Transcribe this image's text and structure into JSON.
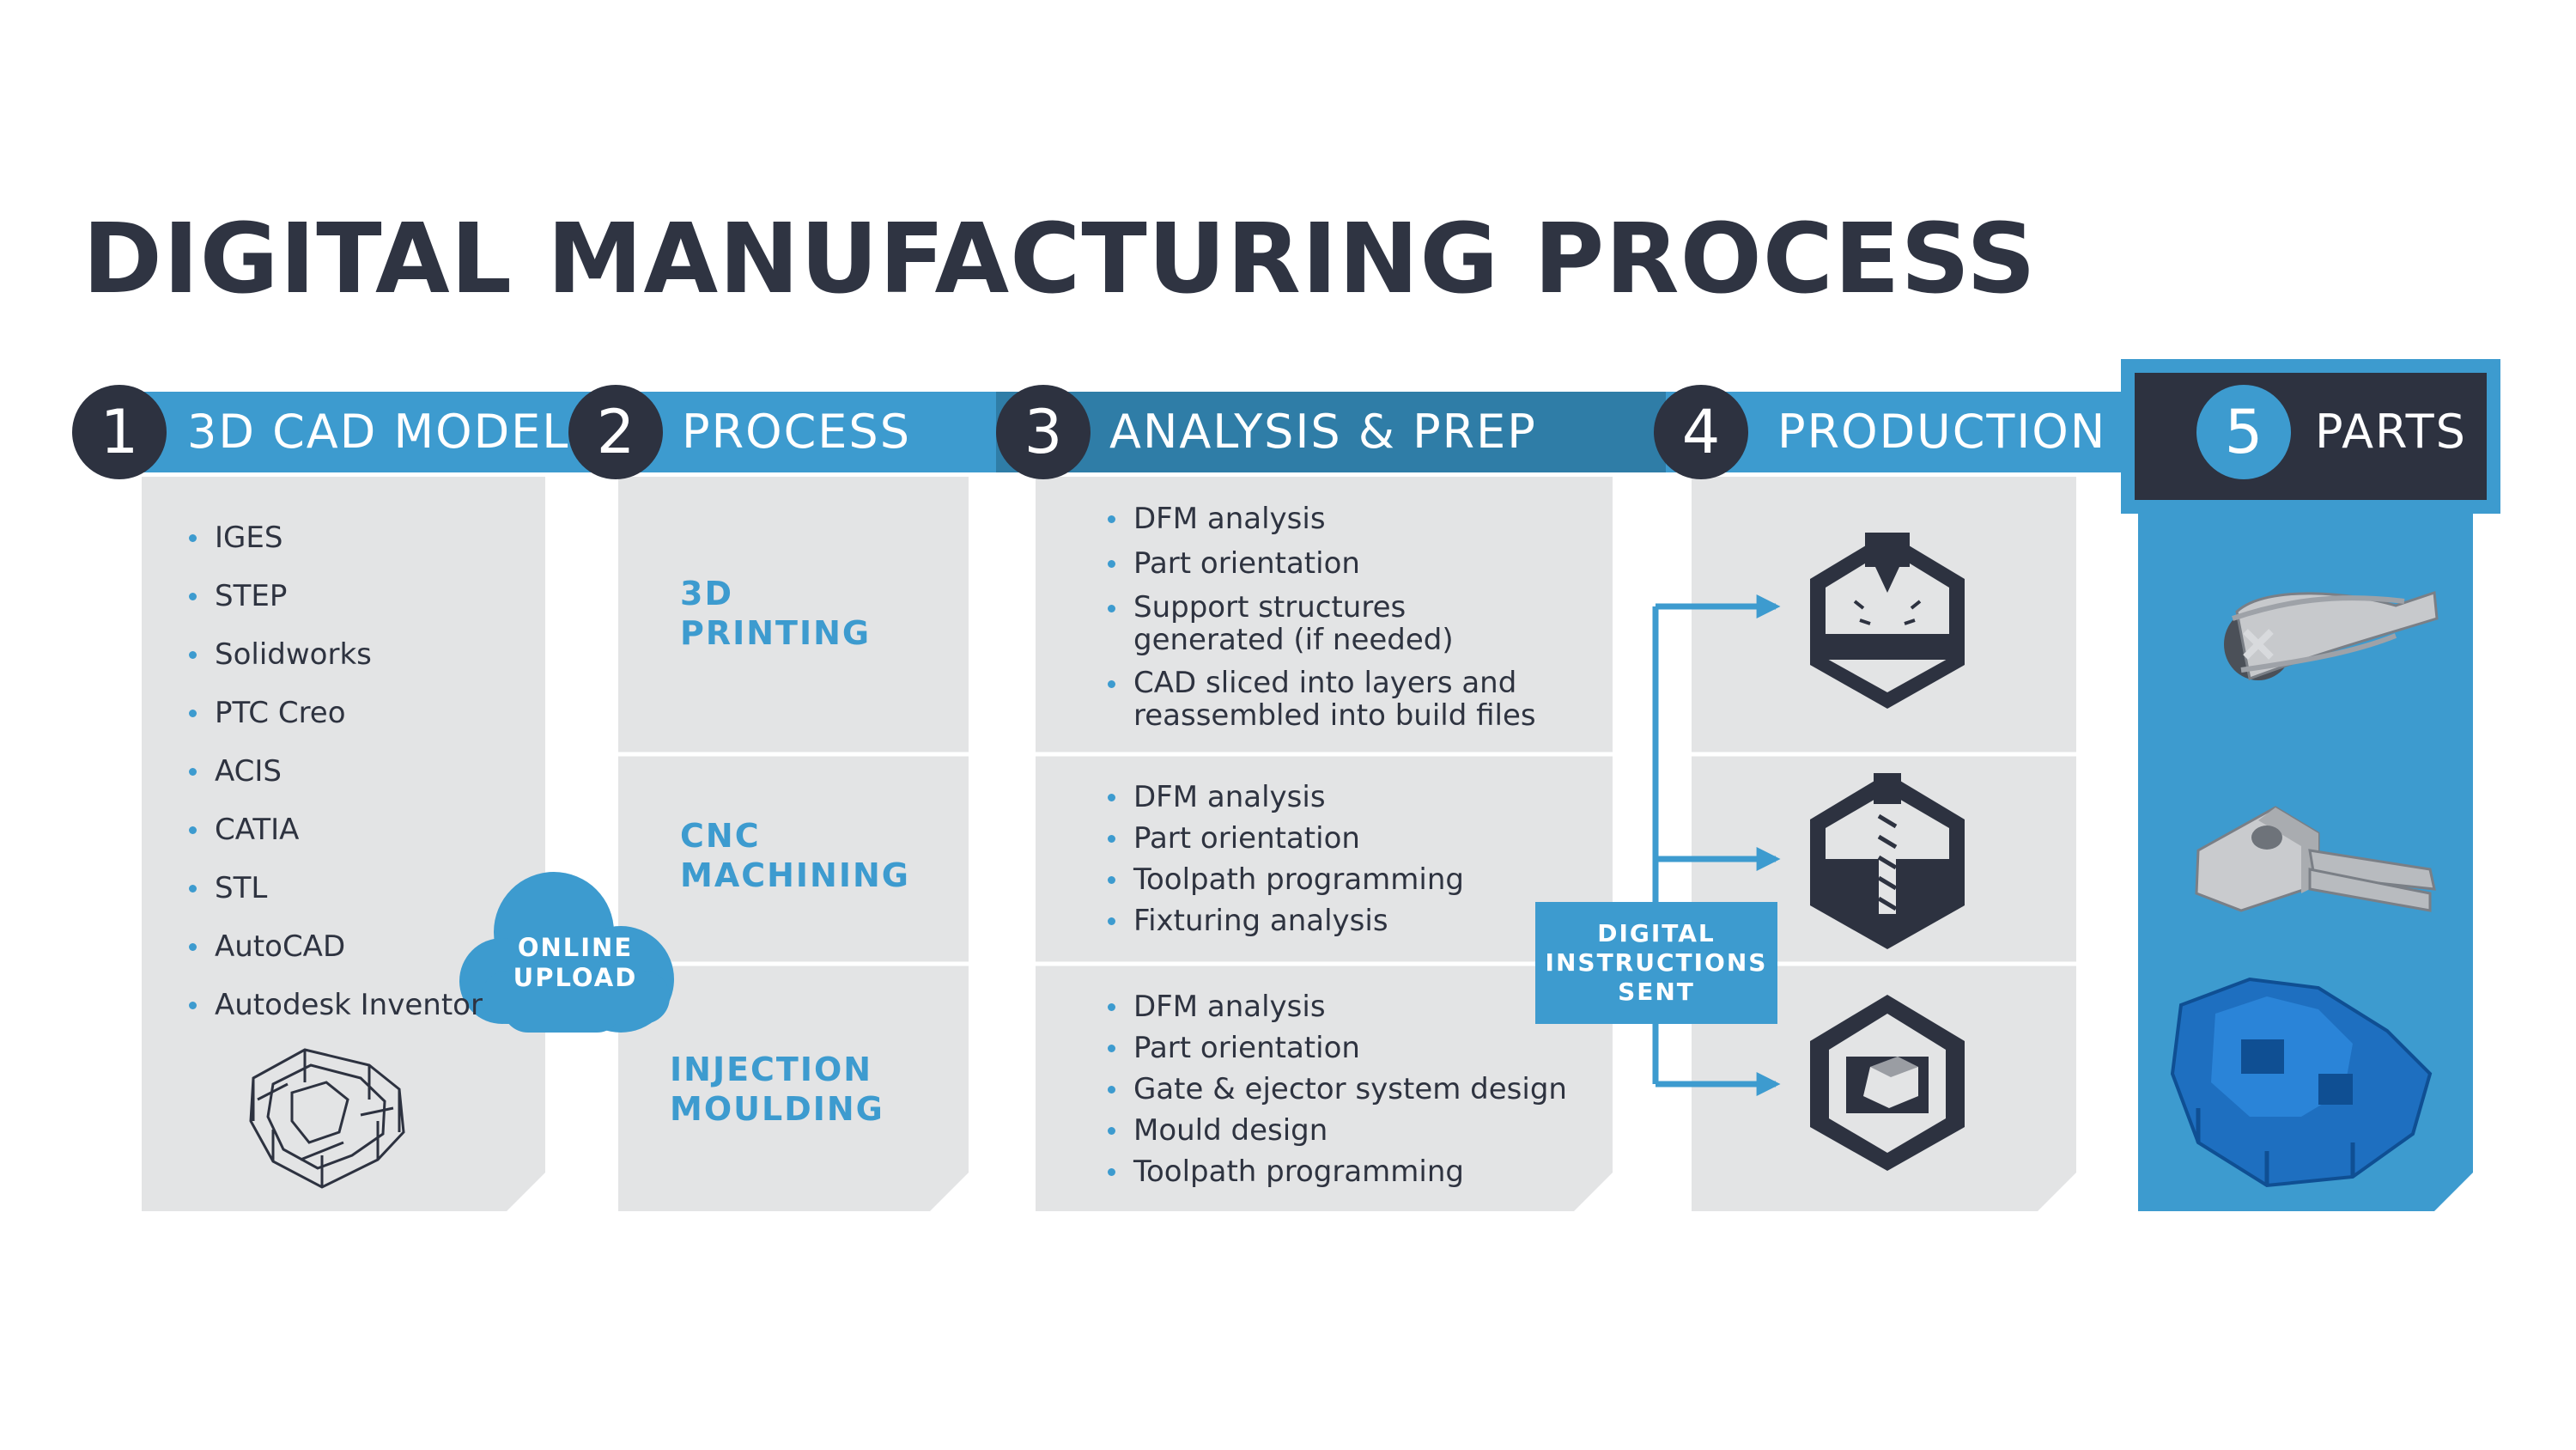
{
  "title": "DIGITAL MANUFACTURING PROCESS",
  "colors": {
    "dark": "#2d3240",
    "blue": "#3d9bcf",
    "panel": "#e3e4e5"
  },
  "steps": [
    {
      "number": "1",
      "title": "3D CAD MODEL"
    },
    {
      "number": "2",
      "title": "PROCESS"
    },
    {
      "number": "3",
      "title": "ANALYSIS & PREP"
    },
    {
      "number": "4",
      "title": "PRODUCTION"
    },
    {
      "number": "5",
      "title": "PARTS"
    }
  ],
  "cad_formats": [
    "IGES",
    "STEP",
    "Solidworks",
    "PTC Creo",
    "ACIS",
    "CATIA",
    "STL",
    "AutoCAD",
    "Autodesk Inventor"
  ],
  "cloud": {
    "label": "ONLINE\nUPLOAD"
  },
  "processes": [
    "3D\nPRINTING",
    "CNC\nMACHINING",
    "INJECTION\nMOULDING"
  ],
  "analysis": [
    [
      "DFM analysis",
      "Part orientation",
      "Support structures\ngenerated (if needed)",
      "CAD sliced into layers and\nreassembled into build files"
    ],
    [
      "DFM analysis",
      "Part orientation",
      "Toolpath programming",
      "Fixturing analysis"
    ],
    [
      "DFM analysis",
      "Part orientation",
      "Gate & ejector system design",
      "Mould design",
      "Toolpath programming"
    ]
  ],
  "digital_box": {
    "label": "DIGITAL\nINSTRUCTIONS\nSENT"
  },
  "icons": {
    "cad_model": "wireframe-cad-part-icon",
    "production": [
      "3d-printer-hexagon-icon",
      "cnc-drill-hexagon-icon",
      "injection-mould-hexagon-icon"
    ],
    "parts": [
      "3d-printed-part-icon",
      "machined-part-icon",
      "moulded-part-icon"
    ]
  }
}
